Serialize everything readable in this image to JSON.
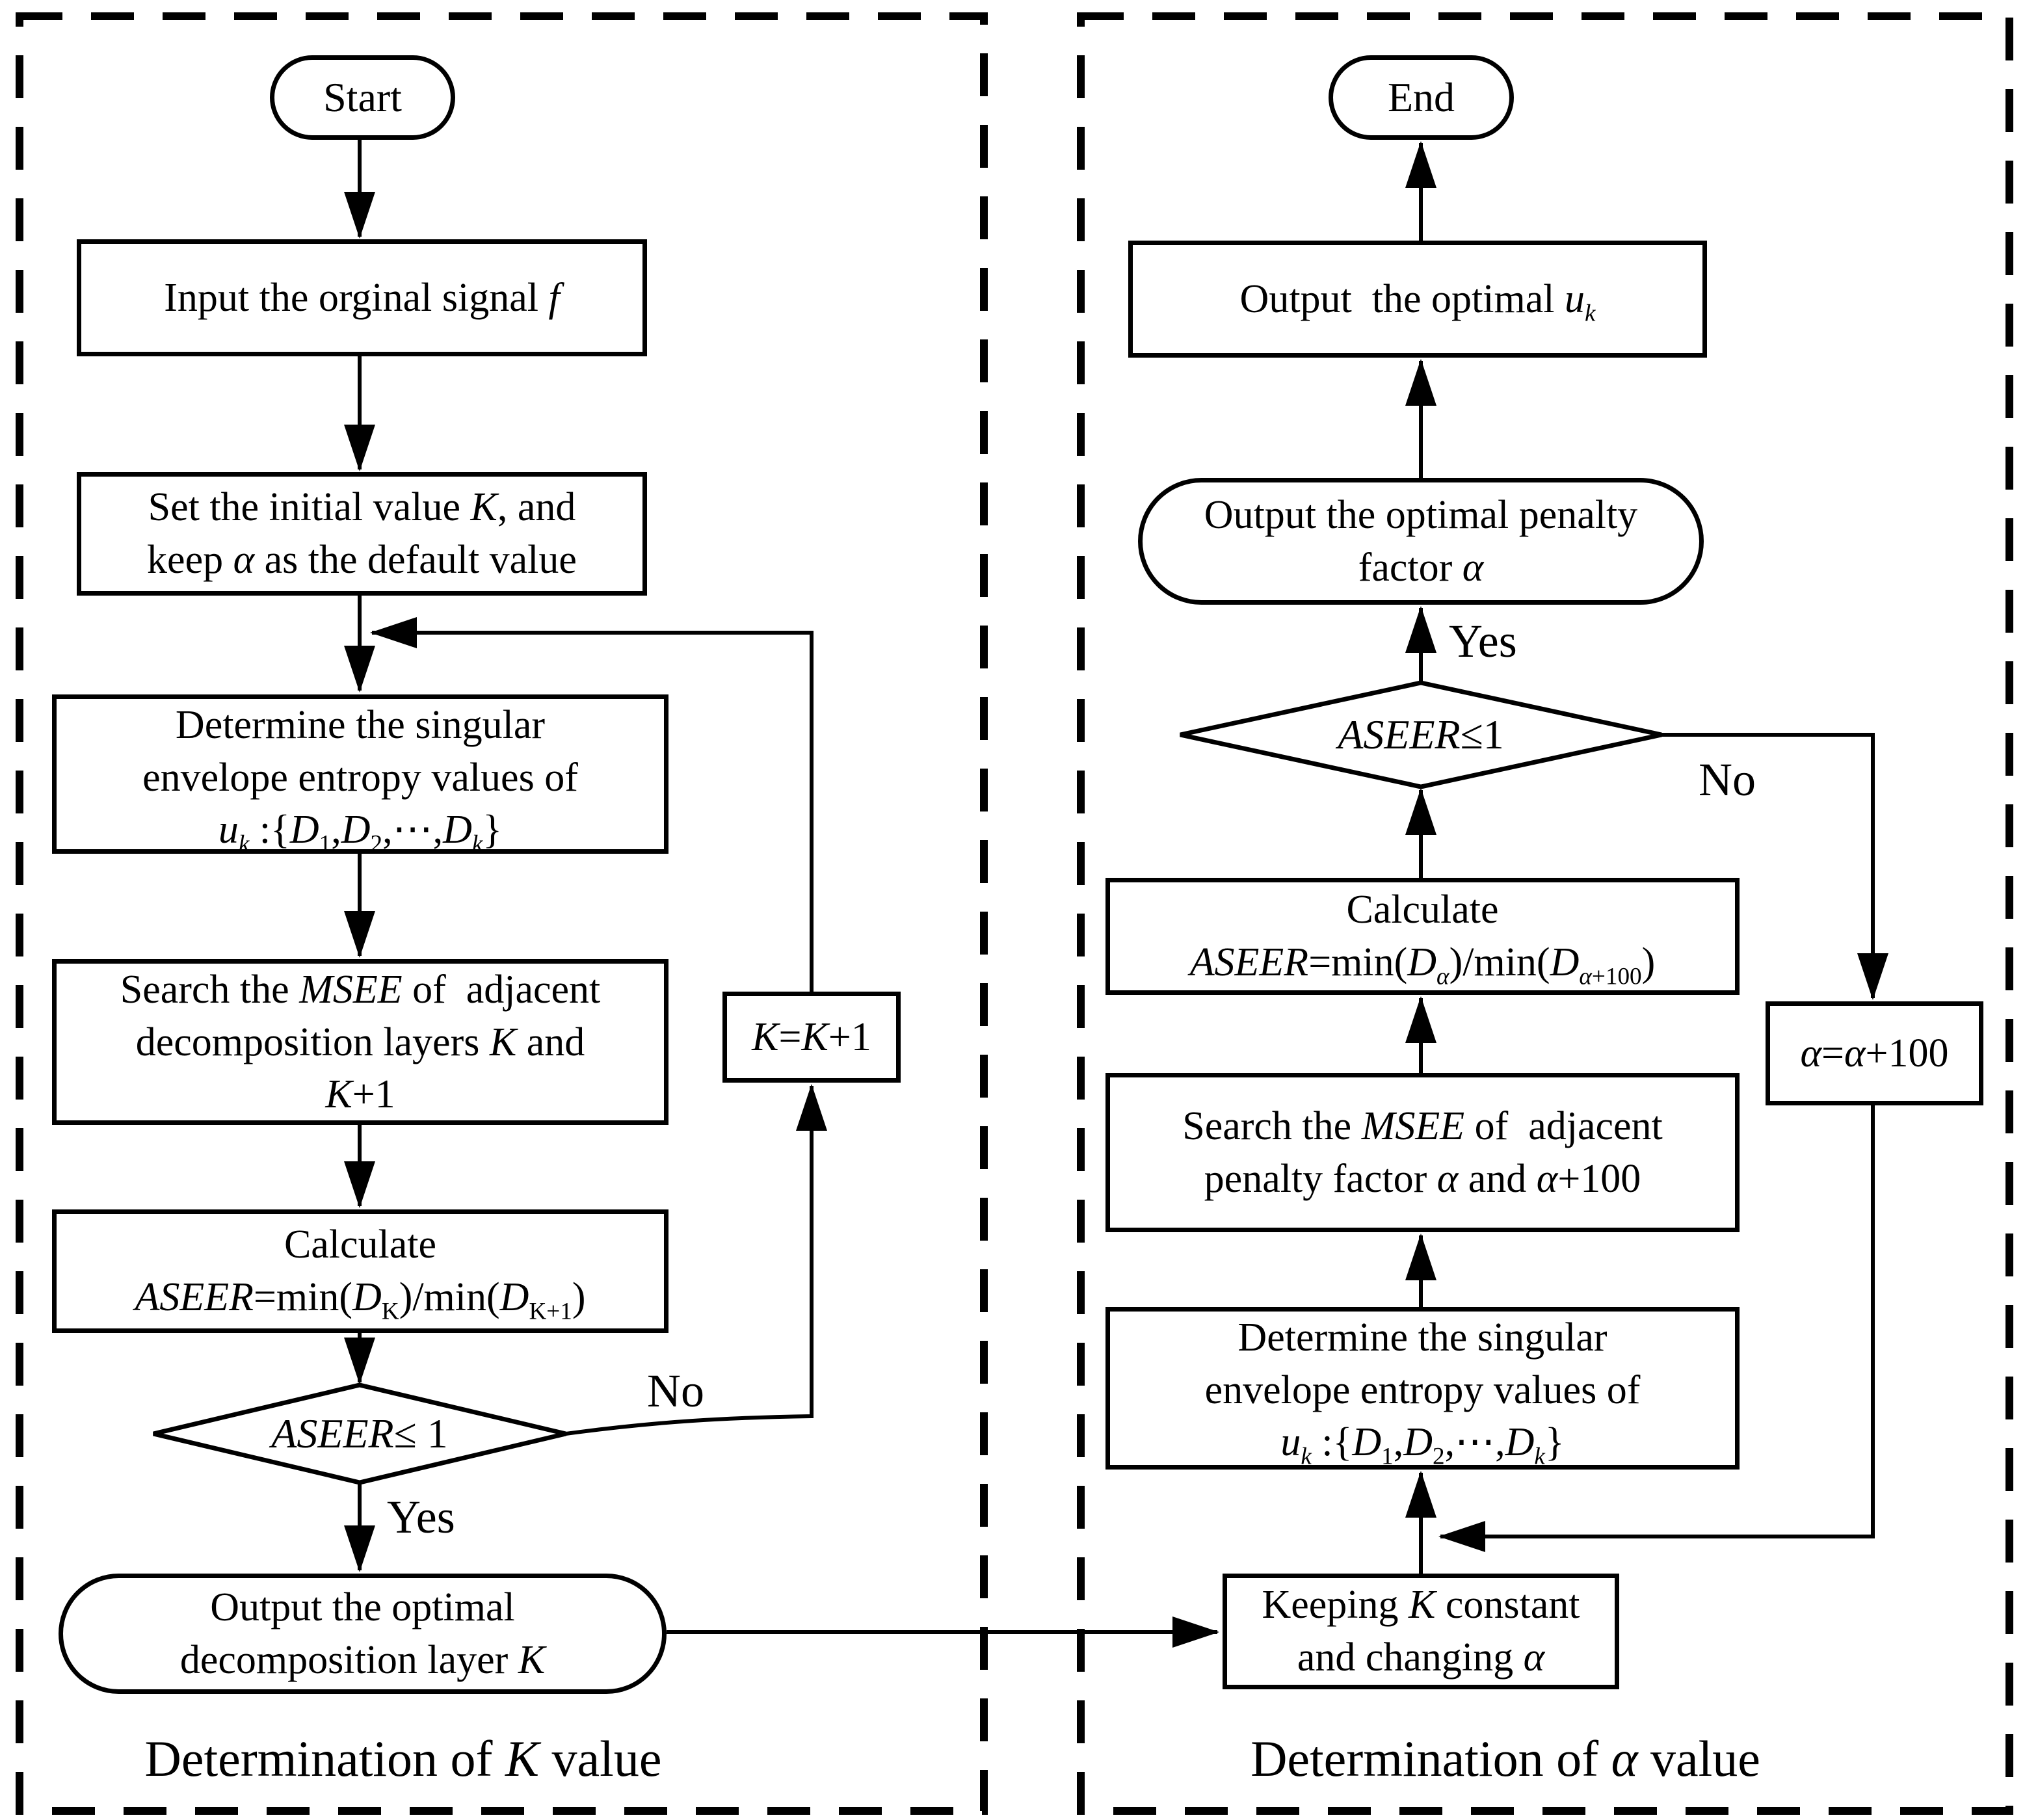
{
  "panels": {
    "left": {
      "caption": "Determination of <i>K</i> value"
    },
    "right": {
      "caption": "Determination of <i>α</i> value"
    }
  },
  "nodes": {
    "start": {
      "label": "Start"
    },
    "input_signal": {
      "label": "Input the orginal signal <i>f</i>"
    },
    "set_initial": {
      "label": "Set the initial value <i>K</i>, and<br>keep <i>α</i> as the default value"
    },
    "determine_entropy_k": {
      "label": "Determine the singular<br>envelope entropy values of<br><i>u</i><sub><i>k</i></sub> :{<i>D</i><sub>1</sub>,<i>D</i><sub>2</sub>,⋯,<i>D</i><sub><i>k</i></sub>}"
    },
    "search_msee_k": {
      "label": "Search the <i>MSEE</i> of&nbsp; adjacent<br>decomposition layers <i>K</i> and<br><i>K</i>+1"
    },
    "calc_aseer_k": {
      "label": "Calculate<br><i>ASEER</i>=min(<i>D</i><sub>K</sub>)/min(<i>D</i><sub>K+1</sub>)"
    },
    "decision_k": {
      "label": "<i>ASEER</i>≤ 1"
    },
    "k_increment": {
      "label": "<i>K</i>=<i>K</i>+1"
    },
    "output_layer_k": {
      "label": "Output the optimal<br>decomposition layer <i>K</i>"
    },
    "keeping_k": {
      "label": "Keeping <i>K</i> constant<br>and changing <i>α</i>"
    },
    "determine_entropy_a": {
      "label": "Determine the singular<br>envelope entropy values of<br><i>u</i><sub><i>k</i></sub> :{<i>D</i><sub>1</sub>,<i>D</i><sub>2</sub>,⋯,<i>D</i><sub><i>k</i></sub>}"
    },
    "search_msee_a": {
      "label": "Search the <i>MSEE</i> of&nbsp; adjacent<br>penalty factor <i>α</i> and <i>α</i>+100"
    },
    "calc_aseer_a": {
      "label": "Calculate<br><i>ASEER</i>=min(<i>D</i><sub><i>α</i></sub>)/min(<i>D</i><sub><i>α</i>+100</sub>)"
    },
    "decision_a": {
      "label": "<i>ASEER</i>≤1"
    },
    "alpha_increment": {
      "label": "<i>α</i>=<i>α</i>+100"
    },
    "output_penalty": {
      "label": "Output the optimal penalty<br>factor <i>α</i>"
    },
    "output_uk": {
      "label": "Output&nbsp; the optimal <i>u</i><sub><i>k</i></sub>"
    },
    "end": {
      "label": "End"
    }
  },
  "edge_labels": {
    "yes_k": "Yes",
    "no_k": "No",
    "yes_a": "Yes",
    "no_a": "No"
  },
  "colors": {
    "ink": "#000000",
    "background": "#ffffff"
  }
}
